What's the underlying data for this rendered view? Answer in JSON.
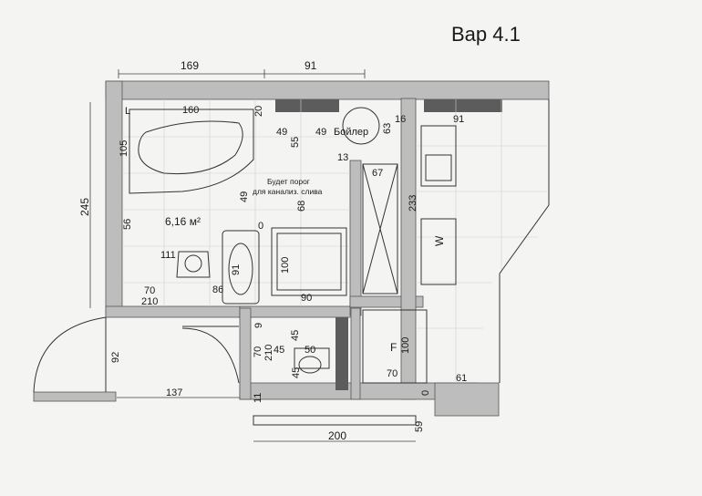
{
  "title": "Вар 4.1",
  "top_dims": {
    "left": "169",
    "right": "91"
  },
  "side_dims": {
    "height": "245",
    "door_width": "92"
  },
  "bath": {
    "corner_mark": "L",
    "length": "160",
    "depth": "105",
    "gap": "20"
  },
  "vanity_area": {
    "w1": "49",
    "w2": "49",
    "d": "55",
    "boiler": "Бойлер",
    "boiler_d": "63",
    "gap13": "13"
  },
  "note": {
    "line1": "Будет порог",
    "line2": "для канализ. слива"
  },
  "room": {
    "area": "6,16 м²",
    "d56": "56",
    "d111": "111",
    "d49": "49",
    "d0": "0",
    "d68": "68",
    "d70": "70",
    "d210": "210",
    "d86": "86",
    "d91": "91"
  },
  "shower": {
    "depth": "100",
    "width": "90"
  },
  "cabinet": {
    "width": "67",
    "height": "233"
  },
  "kitchen": {
    "gap16": "16",
    "counter": "91",
    "washer": "W"
  },
  "toilet": {
    "d9": "9",
    "d45a": "45",
    "d70": "70",
    "d210": "210",
    "d45b": "45",
    "w50": "50",
    "d45c": "45",
    "d11": "11"
  },
  "fridge": {
    "label": "F",
    "depth": "100",
    "width": "70",
    "d0": "0",
    "d61": "61"
  },
  "bottom": {
    "corridor": "137",
    "balcony": "200",
    "balcony_depth": "59"
  }
}
